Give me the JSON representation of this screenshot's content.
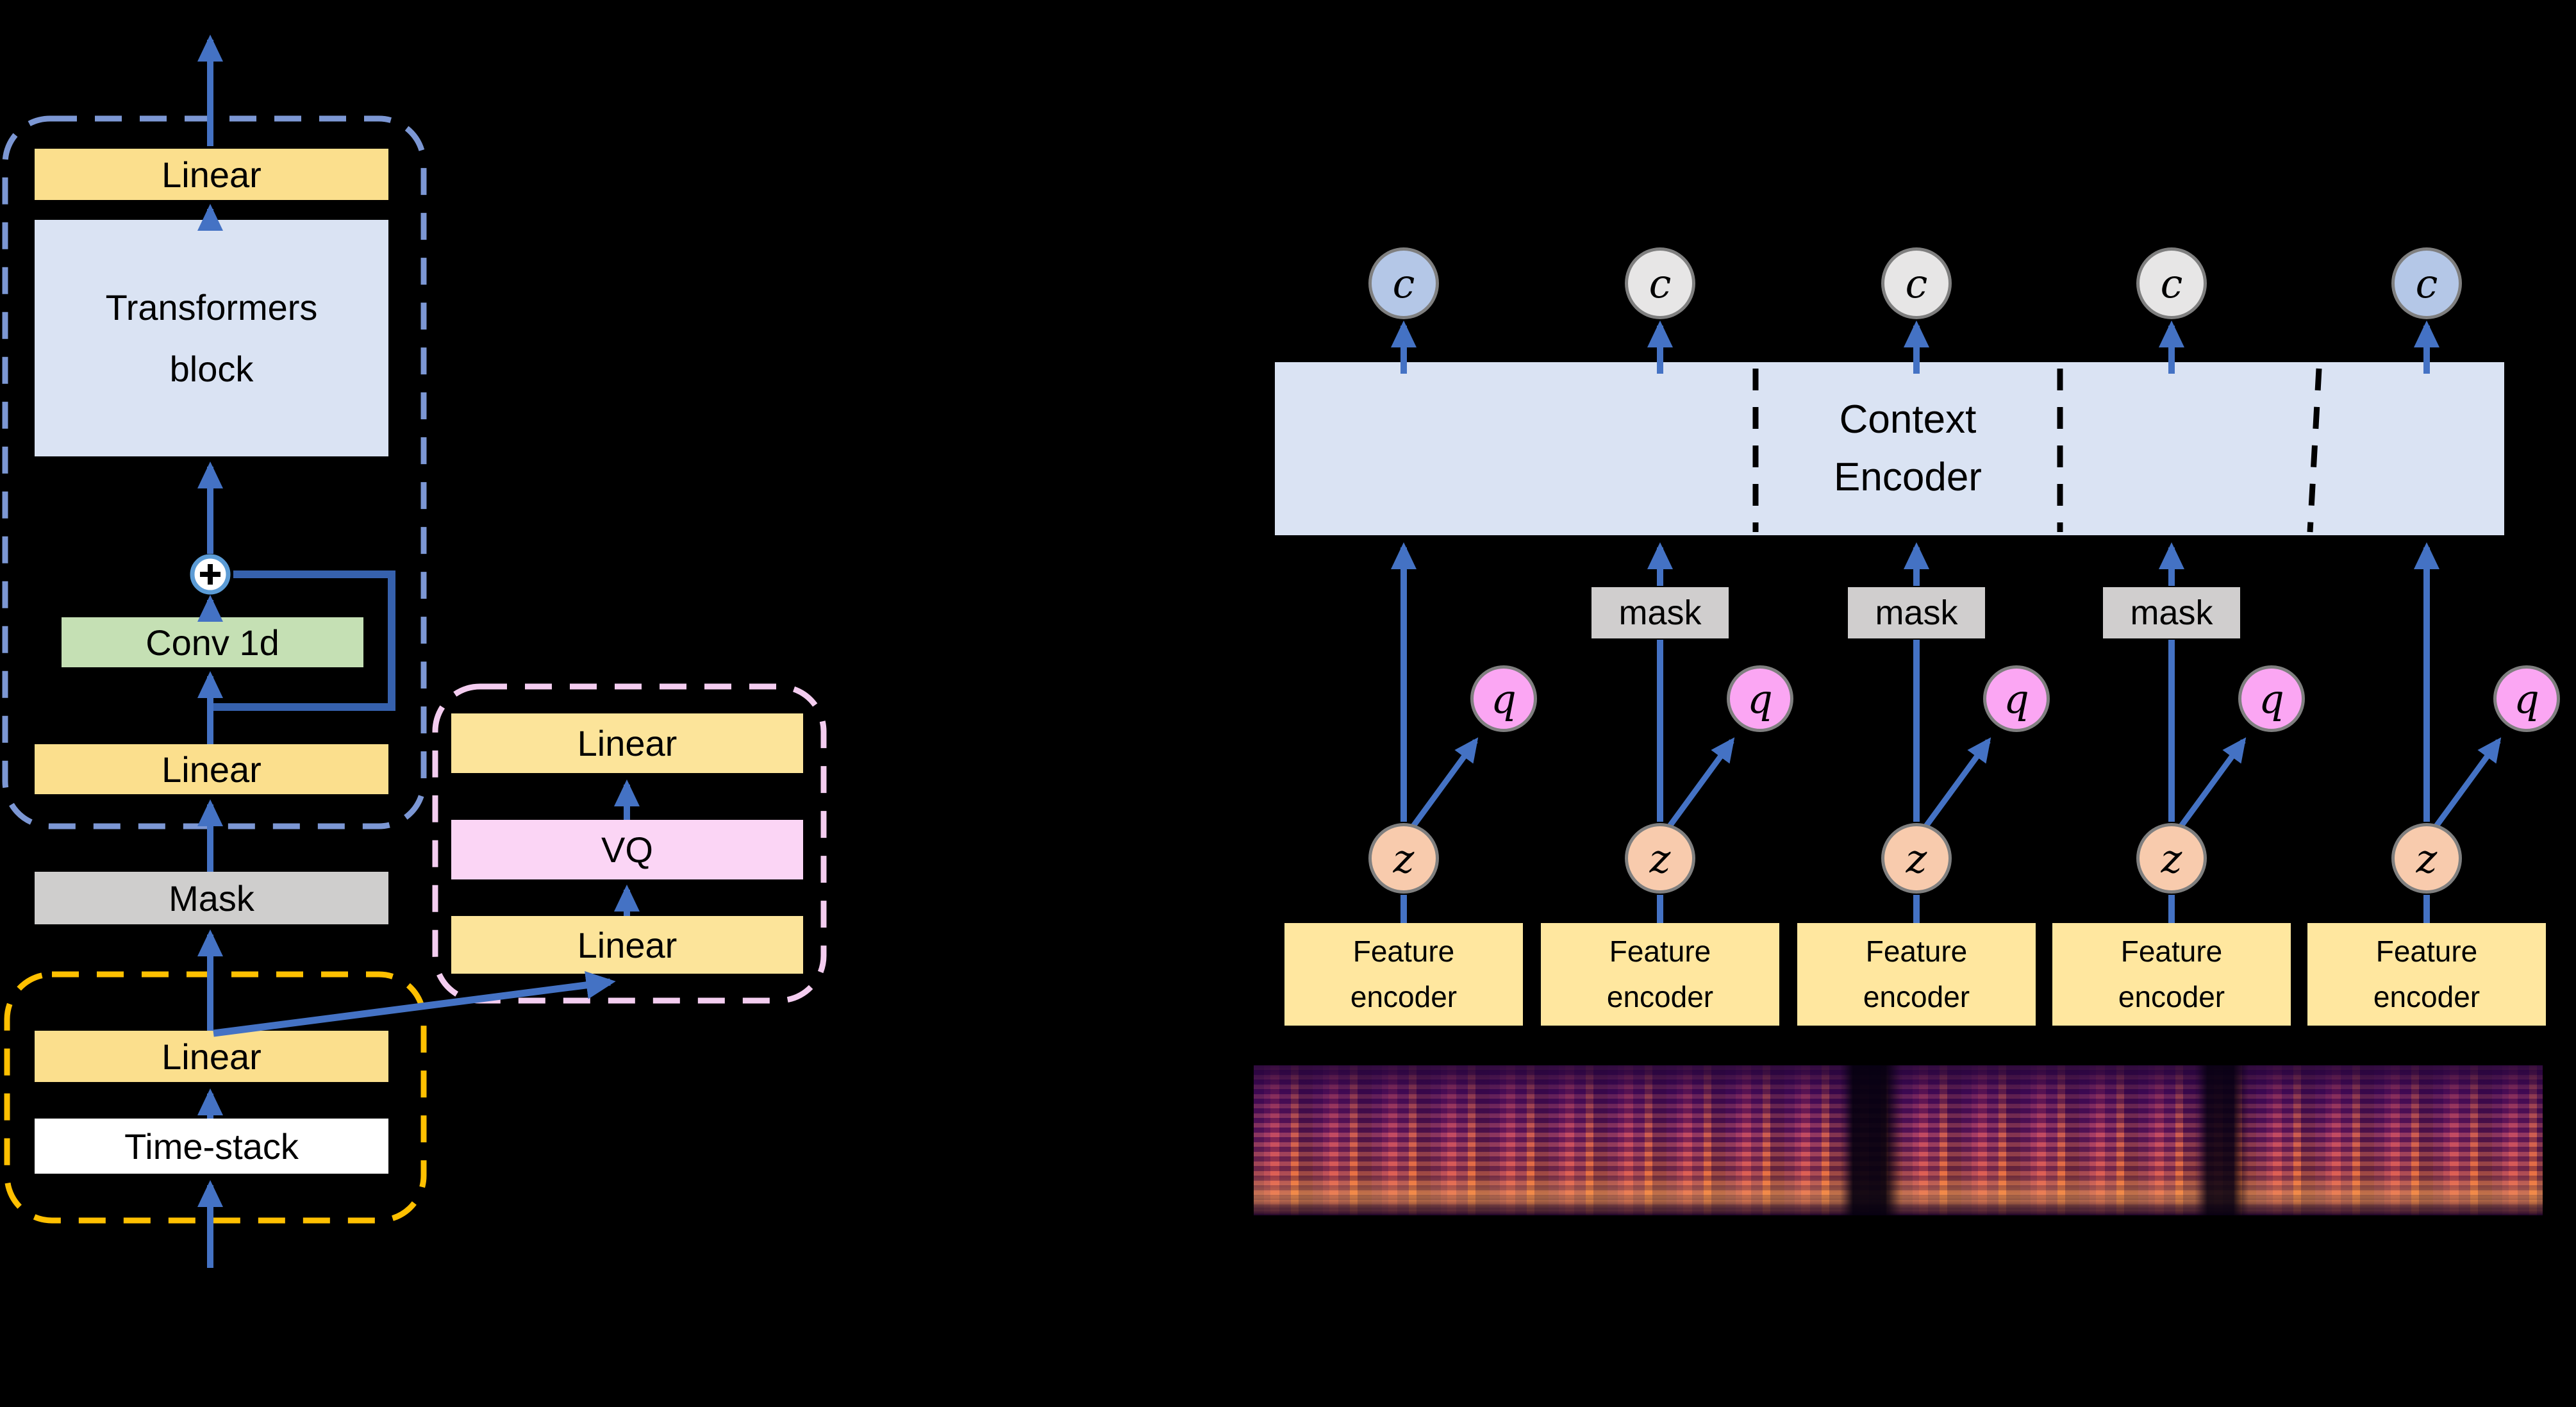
{
  "left": {
    "linear_top": "Linear",
    "transformers_lines": [
      "Transformers",
      "block"
    ],
    "conv": "Conv 1d",
    "plus": "+",
    "linear_mid": "Linear",
    "mask": "Mask",
    "linear_bottom": "Linear",
    "time_stack": "Time-stack"
  },
  "vq_module": {
    "linear_top": "Linear",
    "vq": "VQ",
    "linear_bottom": "Linear"
  },
  "right": {
    "context_lines": [
      "Context",
      "Encoder"
    ],
    "mask_label": "mask",
    "c_label": "c",
    "q_label": "q",
    "z_label": "z",
    "feature_lines": [
      "Feature",
      "encoder"
    ],
    "columns": [
      {
        "id": 1,
        "masked": false,
        "c_style": "background:#b4c7e7"
      },
      {
        "id": 2,
        "masked": true,
        "c_style": "background:#e7e6e6"
      },
      {
        "id": 3,
        "masked": true,
        "c_style": "background:#e7e6e6"
      },
      {
        "id": 4,
        "masked": true,
        "c_style": "background:#e7e6e6"
      },
      {
        "id": 5,
        "masked": false,
        "c_style": "background:#b4c7e7"
      }
    ]
  },
  "colors": {
    "background": "#000000",
    "arrow_blue": "#4472c4",
    "skip_blue": "#3661ad",
    "dashed_blue_border": "#7c97d4",
    "dashed_yellow_border": "#ffc000",
    "dashed_pink_border": "#f4cdf0",
    "gold_box": "#fbdf8d",
    "transformer_box": "#dae3f3",
    "conv_green": "#c5e0b4",
    "gray_mask": "#cfcecd",
    "vq_pink": "#fbd5f5",
    "q_pink": "#fba6f3",
    "z_peach": "#f8cbad",
    "c_blue": "#b4c7e7",
    "c_gray": "#e7e6e6",
    "context_box": "#dae3f3",
    "feature_gold": "#ffe79f",
    "spectrogram_palette": [
      "#000004",
      "#3b0a63",
      "#7a1c72",
      "#c43e69",
      "#e06a3f",
      "#fca35c"
    ]
  }
}
